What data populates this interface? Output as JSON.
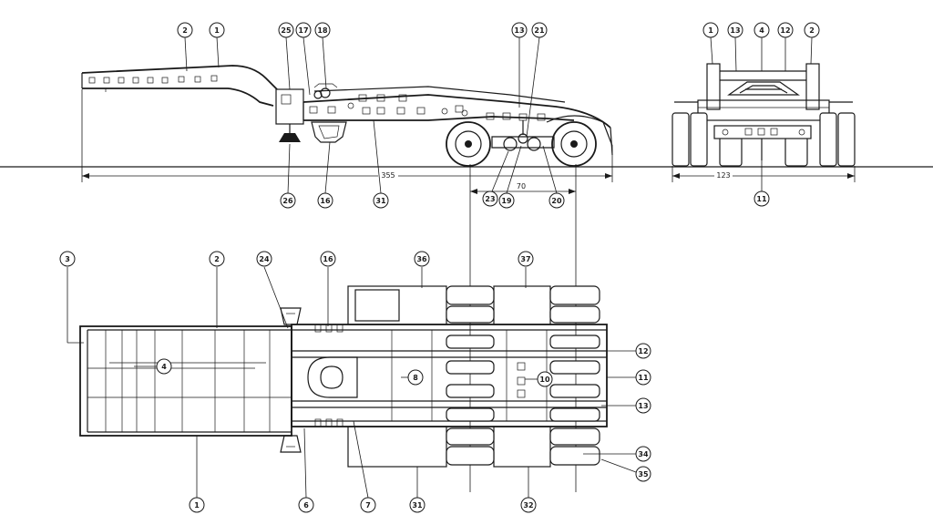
{
  "drawing": {
    "type": "lowbed semi-trailer general arrangement",
    "views": [
      "side-elevation",
      "rear-elevation",
      "plan"
    ]
  },
  "dimensions": {
    "overall_length": "355",
    "axle_spacing": "70",
    "overall_width": "123"
  },
  "callouts": {
    "side_view": [
      "2",
      "1",
      "25",
      "17",
      "18",
      "13",
      "21",
      "26",
      "16",
      "31",
      "23",
      "19",
      "20"
    ],
    "rear_view": [
      "1",
      "13",
      "4",
      "12",
      "2",
      "11"
    ],
    "plan_view": [
      "3",
      "2",
      "24",
      "16",
      "36",
      "37",
      "4",
      "8",
      "10",
      "12",
      "11",
      "13",
      "34",
      "35",
      "1",
      "6",
      "7",
      "31",
      "32"
    ]
  }
}
